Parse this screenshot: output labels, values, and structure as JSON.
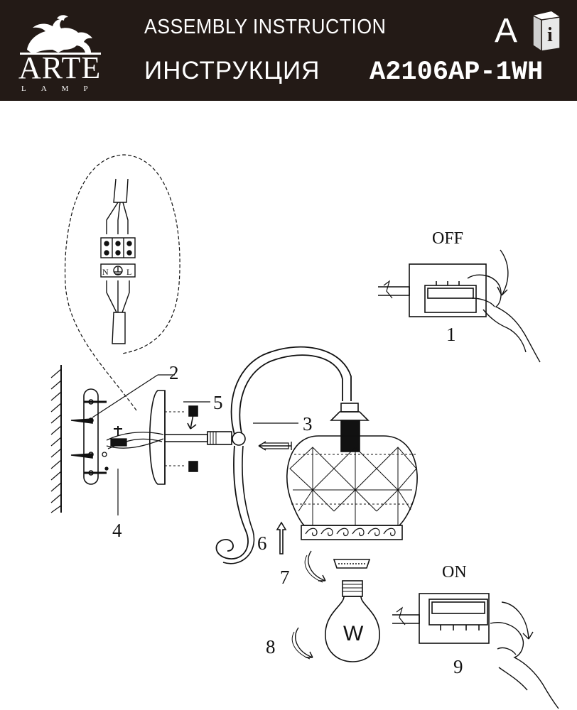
{
  "header": {
    "brand": "ARTE",
    "brand_sub": "LAMP",
    "title_en": "ASSEMBLY INSTRUCTION",
    "title_ru": "ИНСТРУКЦИЯ",
    "model": "A2106AP-1WH",
    "lang_letter": "A",
    "info_letter": "i"
  },
  "diagram": {
    "switch_off_label": "OFF",
    "switch_on_label": "ON",
    "terminal_labels": [
      "N",
      "L"
    ],
    "bulb_letter": "W",
    "steps": [
      "1",
      "2",
      "3",
      "4",
      "5",
      "6",
      "7",
      "8",
      "9"
    ]
  }
}
